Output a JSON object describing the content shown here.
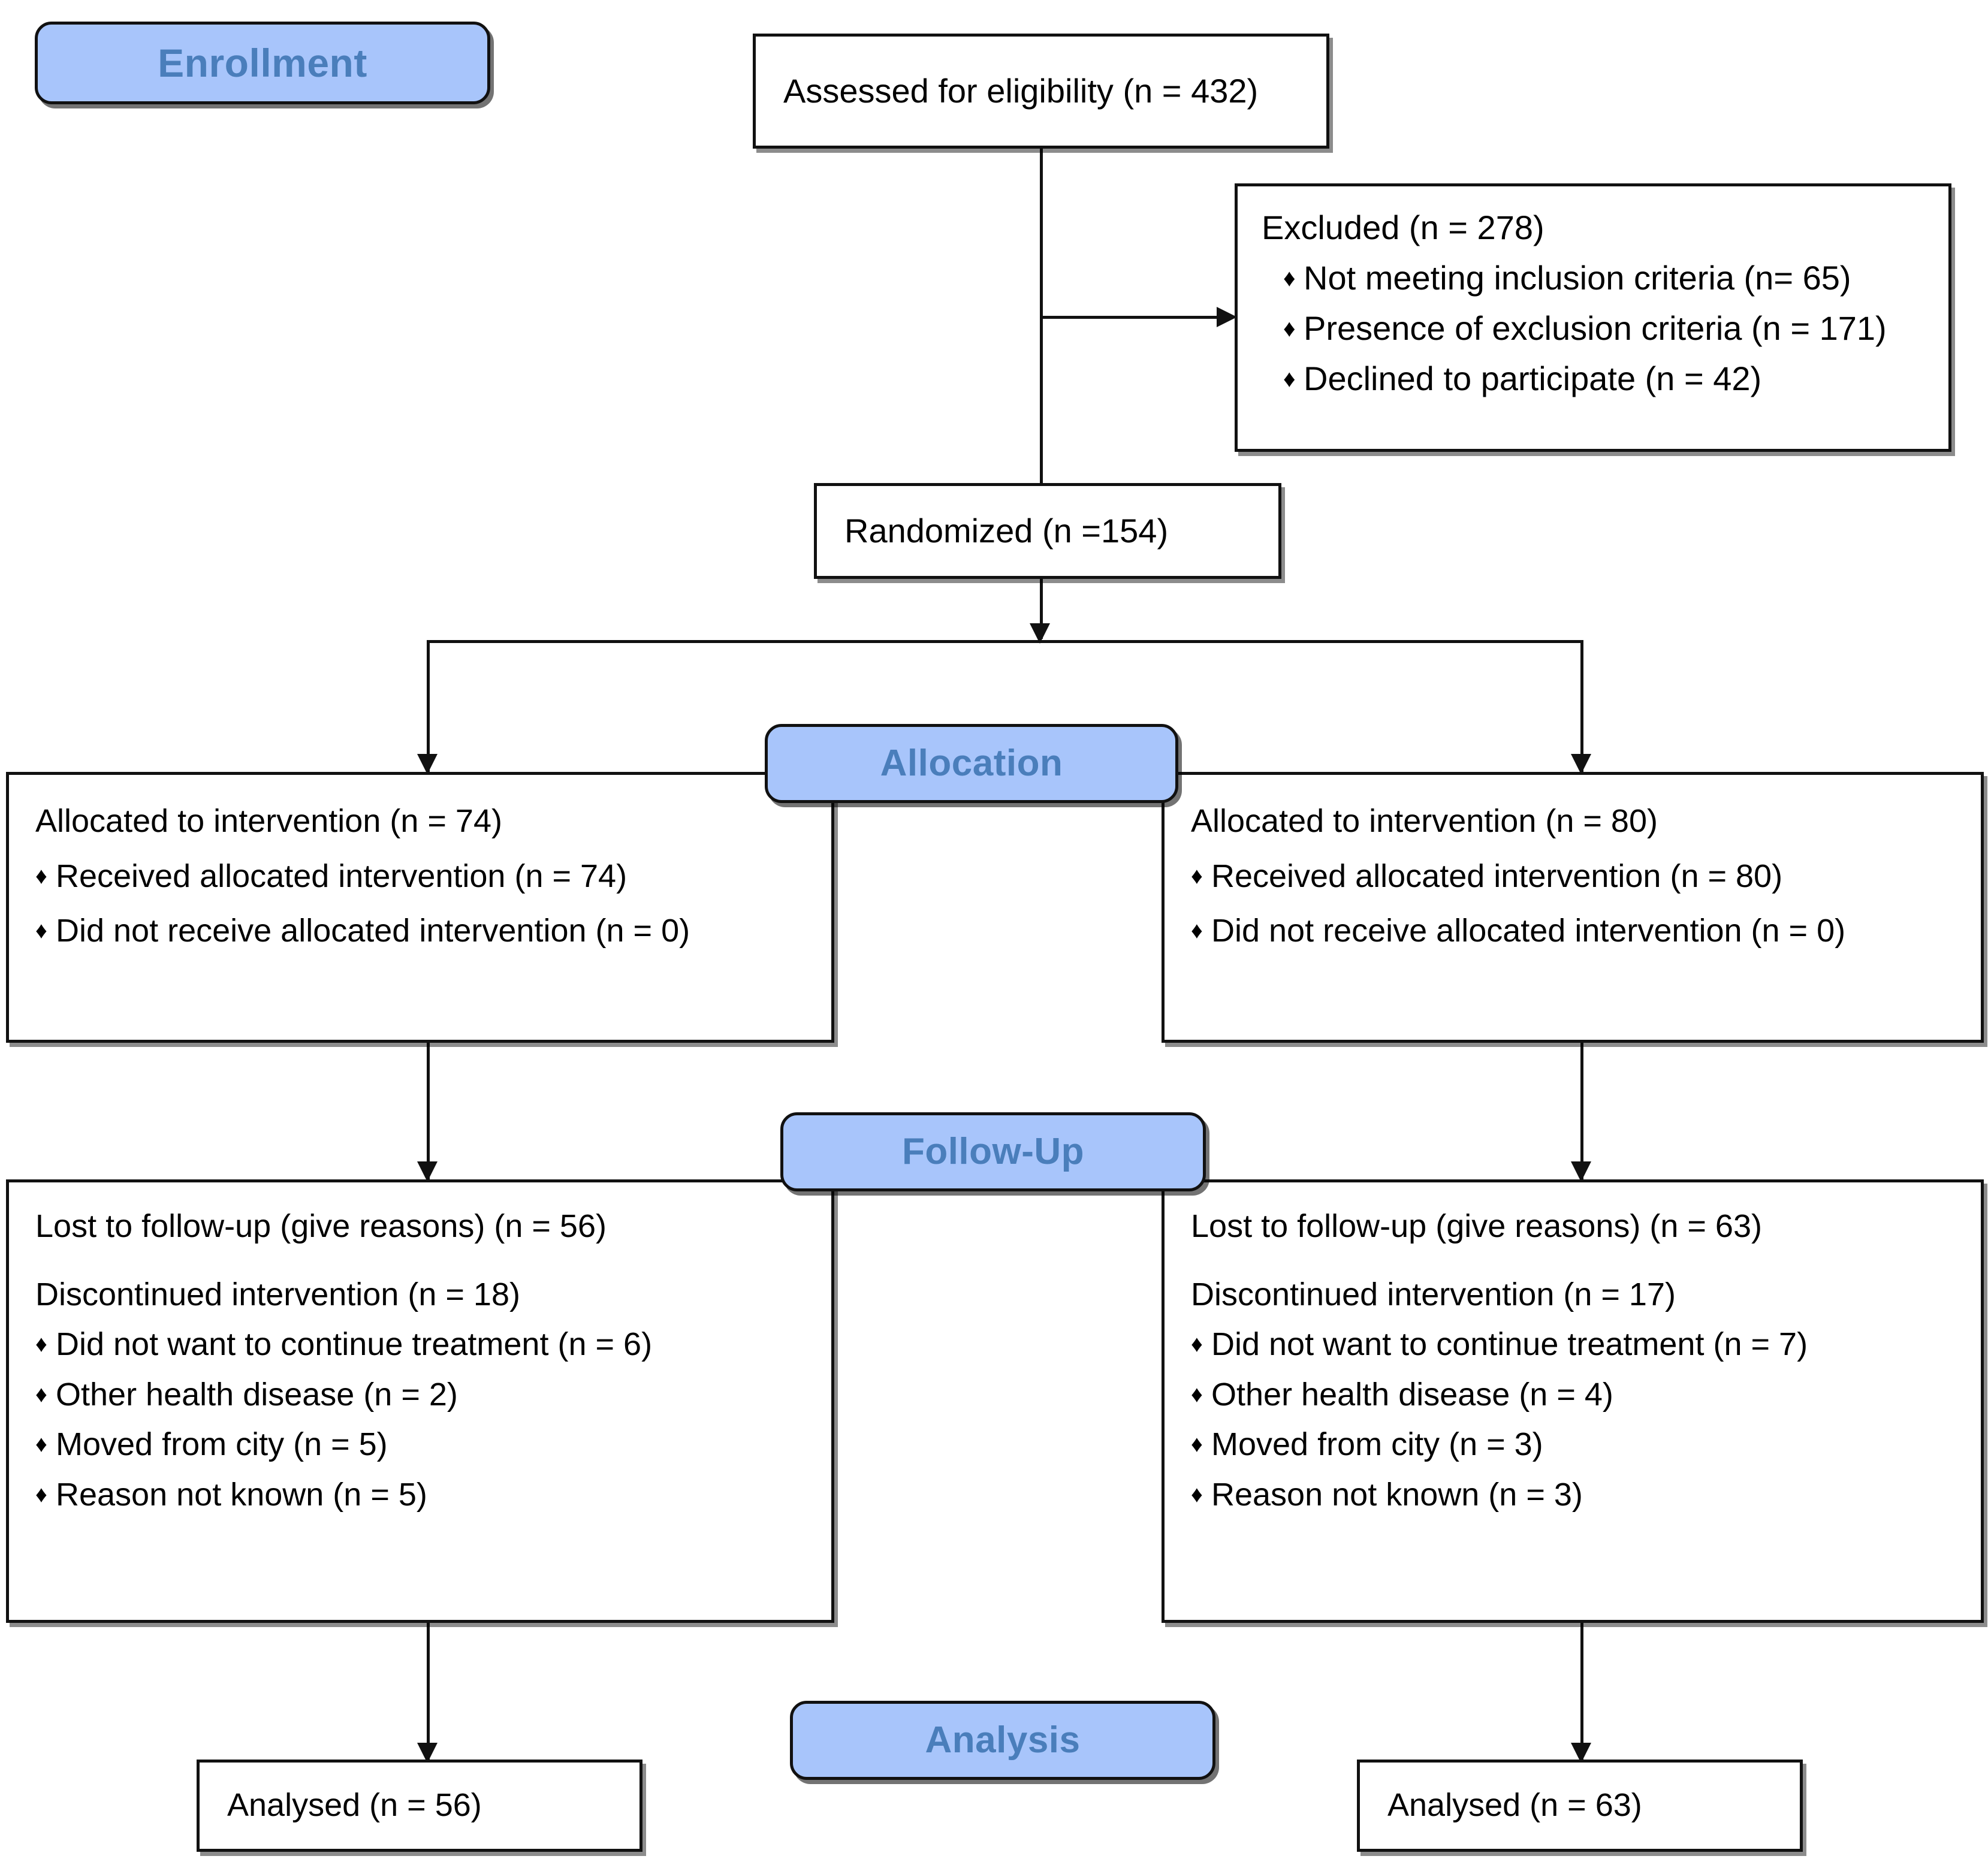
{
  "diagram": {
    "title": "CONSORT Participant Flow Diagram",
    "colors": {
      "banner_fill": "#a8c5fb",
      "banner_text": "#4a7ebb",
      "box_border": "#111111",
      "box_fill": "#ffffff",
      "connector": "#111111"
    }
  },
  "stages": {
    "enrollment": "Enrollment",
    "allocation": "Allocation",
    "follow_up": "Follow-Up",
    "analysis": "Analysis"
  },
  "enrollment": {
    "assessed": "Assessed for eligibility (n = 432)",
    "excluded_heading": "Excluded (n = 278)",
    "excluded_reasons": [
      "Not meeting inclusion criteria (n=  65)",
      "Presence of exclusion criteria (n = 171)",
      "Declined to participate (n = 42)"
    ],
    "randomized": "Randomized (n =154)"
  },
  "allocation": {
    "left": {
      "heading": "Allocated to intervention (n = 74)",
      "items": [
        "Received allocated intervention (n = 74)",
        "Did not receive allocated intervention (n = 0)"
      ]
    },
    "right": {
      "heading": "Allocated to intervention (n = 80)",
      "items": [
        "Received allocated intervention (n = 80)",
        "Did not receive allocated intervention (n = 0)"
      ]
    }
  },
  "follow_up": {
    "left": {
      "lost": "Lost to follow-up (give reasons) (n = 56)",
      "discontinued_heading": "Discontinued intervention (n = 18)",
      "discontinued_reasons": [
        "Did not want to continue treatment (n = 6)",
        "Other health disease (n = 2)",
        "Moved from city (n = 5)",
        "Reason not known (n = 5)"
      ]
    },
    "right": {
      "lost": "Lost to follow-up (give reasons) (n = 63)",
      "discontinued_heading": "Discontinued intervention (n = 17)",
      "discontinued_reasons": [
        "Did not want to continue treatment (n = 7)",
        "Other health disease (n = 4)",
        "Moved from city (n = 3)",
        "Reason not known (n = 3)"
      ]
    }
  },
  "analysis": {
    "left": "Analysed  (n = 56)",
    "right": "Analysed  (n = 63)"
  },
  "icons": {
    "bullet": "♦"
  }
}
